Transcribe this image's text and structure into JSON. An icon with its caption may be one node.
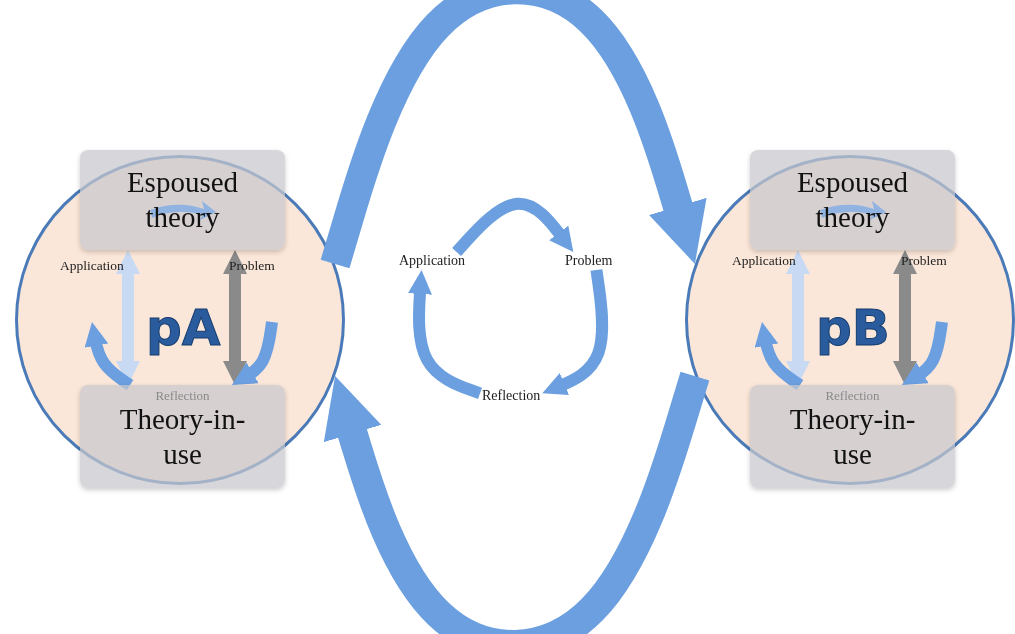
{
  "diagram": {
    "nodes": [
      {
        "text": [
          "pA"
        ]
      },
      {
        "text": [
          "Espoused theory"
        ],
        "in": 0
      },
      {
        "text": [
          "Reflection",
          "Theory-in-use"
        ],
        "in": 0
      },
      {
        "text": [
          "Application"
        ]
      },
      {
        "text": [
          "Problem"
        ]
      },
      {
        "text": [
          "Reflection"
        ]
      },
      {
        "text": [
          "pB"
        ]
      },
      {
        "text": [
          "Espoused theory"
        ],
        "in": 6
      },
      {
        "text": [
          "Reflection",
          "Theory-in-use"
        ],
        "in": 6
      }
    ],
    "edges": [
      {
        "from": 1,
        "to": 2,
        "arrow": "both",
        "color": "#c8daf3"
      },
      {
        "from": 1,
        "to": 2,
        "arrow": "both",
        "color": "#8a8a8a"
      },
      {
        "from": 2,
        "to": null,
        "arrow": "to"
      },
      {
        "from": null,
        "to": 2,
        "arrow": "to"
      },
      {
        "from": 7,
        "to": 8,
        "arrow": "both",
        "color": "#c8daf3"
      },
      {
        "from": 7,
        "to": 8,
        "arrow": "both",
        "color": "#8a8a8a"
      },
      {
        "from": 8,
        "to": null,
        "arrow": "to"
      },
      {
        "from": null,
        "to": 8,
        "arrow": "to"
      },
      {
        "from": 3,
        "to": 4,
        "arrow": "to"
      },
      {
        "from": 4,
        "to": 5,
        "arrow": "to"
      },
      {
        "from": 5,
        "to": 3,
        "arrow": "to"
      },
      {
        "from": 0,
        "to": 6,
        "arrow": "to",
        "style": "thick"
      },
      {
        "from": 6,
        "to": 0,
        "arrow": "to",
        "style": "thick"
      }
    ],
    "labels": [
      "Application",
      "Problem",
      "Application",
      "Problem"
    ]
  }
}
